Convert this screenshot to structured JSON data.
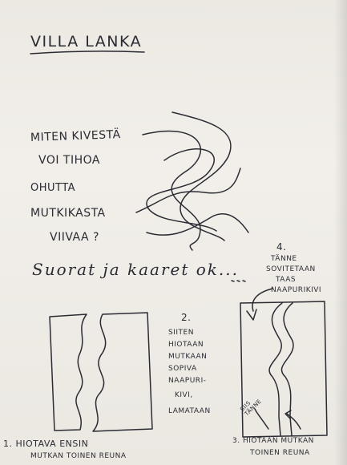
{
  "title": "VILLA LANKA",
  "question": {
    "line1": "MITEN KIVESTÄ",
    "line2": "VOI TIHOA",
    "line3": "OHUTTA",
    "line4": "MUTKIKASTA",
    "line5": "VIIVAA ?"
  },
  "note": "Suorat ja kaaret ok...",
  "step1": {
    "line1": "1. HIOTAVA ENSIN",
    "line2": "MUTKAN TOINEN REUNA"
  },
  "step2": {
    "number": "2.",
    "lines": [
      "SIITEN",
      "HIOTAAN",
      "MUTKAAN",
      "SOPIVA",
      "NAAPURI-",
      "KIVI,",
      "LAMATAAN"
    ]
  },
  "step3": {
    "line1": "3. HIOTAAN MUTKAN",
    "line2": "TOINEN REUNA"
  },
  "step4": {
    "number": "4.",
    "lines": [
      "TÄNNE",
      "SOVITETAAN",
      "TAAS",
      "NAAPURIKIVI"
    ]
  },
  "side_note": "SIIS TÄNNE",
  "colors": {
    "ink": "#2b2b33",
    "paper": "#efece6"
  }
}
